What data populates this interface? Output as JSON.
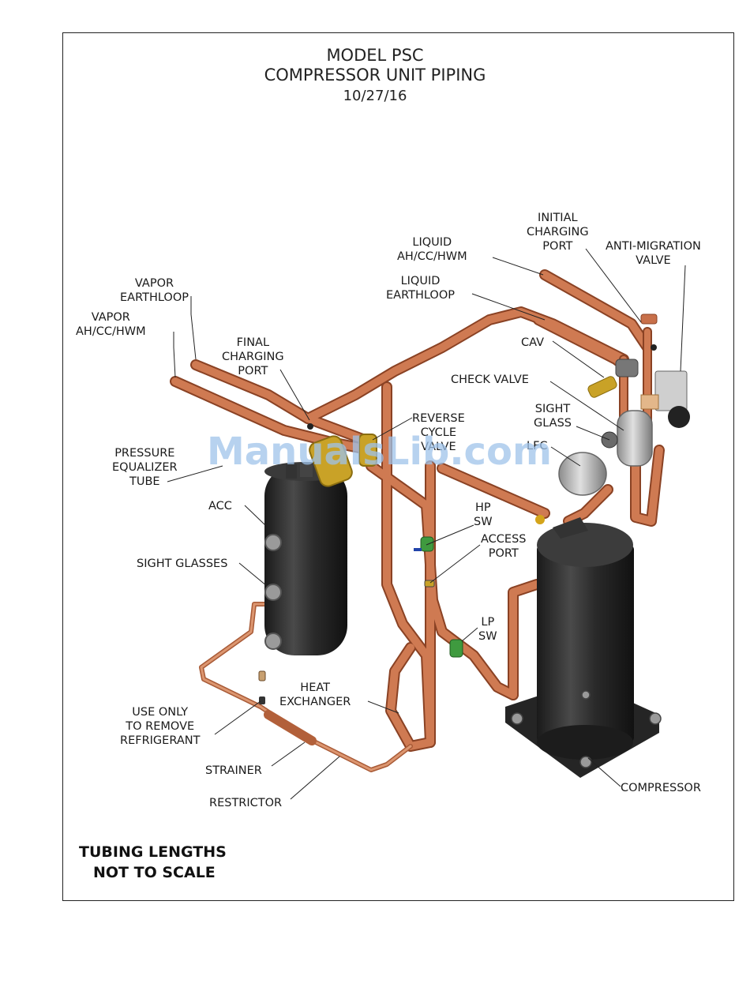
{
  "title": {
    "line1": "MODEL PSC",
    "line2": "COMPRESSOR UNIT PIPING",
    "date": "10/27/16"
  },
  "labels": {
    "vapor_earthloop": [
      "VAPOR",
      "EARTHLOOP"
    ],
    "vapor_ahcchwm": [
      "VAPOR",
      "AH/CC/HWM"
    ],
    "final_charging_port": [
      "FINAL",
      "CHARGING",
      "PORT"
    ],
    "liquid_ahcchwm": [
      "LIQUID",
      "AH/CC/HWM"
    ],
    "liquid_earthloop": [
      "LIQUID",
      "EARTHLOOP"
    ],
    "initial_charging_port": [
      "INITIAL",
      "CHARGING",
      "PORT"
    ],
    "anti_migration_valve": [
      "ANTI-MIGRATION",
      "VALVE"
    ],
    "cav": "CAV",
    "check_valve": "CHECK VALVE",
    "sight_glass": [
      "SIGHT",
      "GLASS"
    ],
    "lfc": "LFC",
    "reverse_cycle_valve": [
      "REVERSE",
      "CYCLE",
      "VALVE"
    ],
    "pressure_equalizer_tube": [
      "PRESSURE",
      "EQUALIZER",
      "TUBE"
    ],
    "acc": "ACC",
    "sight_glasses": "SIGHT GLASSES",
    "hp_sw": [
      "HP",
      "SW"
    ],
    "access_port": [
      "ACCESS",
      "PORT"
    ],
    "lp_sw": [
      "LP",
      "SW"
    ],
    "heat_exchanger": [
      "HEAT",
      "EXCHANGER"
    ],
    "use_only": [
      "USE ONLY",
      "TO REMOVE",
      "REFRIGERANT"
    ],
    "strainer": "STRAINER",
    "restrictor": "RESTRICTOR",
    "compressor": "COMPRESSOR"
  },
  "note": [
    "TUBING LENGTHS",
    "NOT TO SCALE"
  ],
  "watermark": "ManualsLib.com",
  "colors": {
    "copper": "#c8704a",
    "copper_dark": "#9a4a2a",
    "tank": "#2a2a2a",
    "brass": "#c9a227",
    "switch_green": "#3f9a3f",
    "valve_grey": "#b8b8b8"
  }
}
